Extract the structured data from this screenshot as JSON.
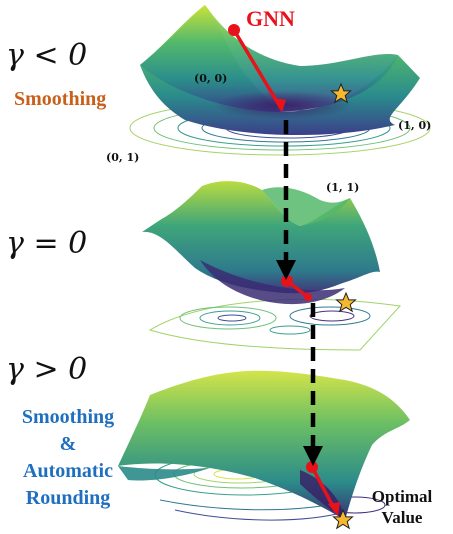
{
  "panels": [
    {
      "gamma": "γ < 0",
      "label": "Smoothing"
    },
    {
      "gamma": "γ = 0"
    },
    {
      "gamma": "γ > 0",
      "label_lines": [
        "Smoothing",
        "&",
        "Automatic",
        "Rounding"
      ]
    }
  ],
  "corners": {
    "c00": "(0, 0)",
    "c10": "(1, 0)",
    "c01": "(0, 1)",
    "c11": "(1, 1)"
  },
  "gnn_label": "GNN",
  "optimal_label_lines": [
    "Optimal",
    "Value"
  ],
  "colors": {
    "path": "#e8121b",
    "arrow": "#000000",
    "star": "#f5b82e",
    "smoothing_top": "#c8601a",
    "smoothing_bottom": "#1f6fbf",
    "surface_low": "#3b1f6b",
    "surface_mid": "#2a8c8c",
    "surface_high": "#c9e23a"
  }
}
